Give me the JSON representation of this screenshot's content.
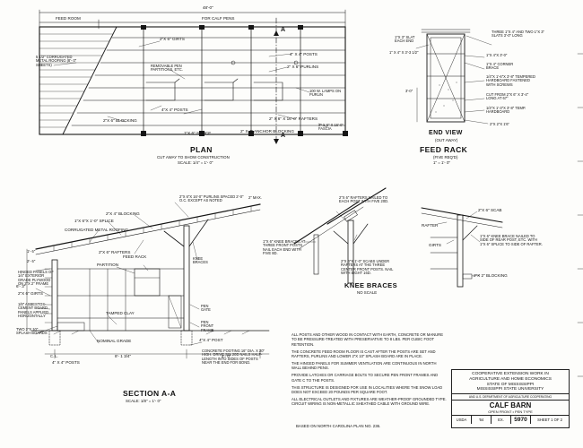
{
  "plan": {
    "title": "PLAN",
    "subtitle": "CUT AWAY TO SHOW CONSTRUCTION",
    "scale": "SCALE: 1/4\" = 1'- 0\"",
    "dims": {
      "overall": "48'-0\"",
      "feed_room": "FEED ROOM",
      "calf_pens": "FOR CALF PENS"
    },
    "labels": {
      "roofing": "5 1/2\" CORRUGATED METAL ROOFING (8'- 0\" SHEETS)",
      "girts": "2\"X 6\" GIRTS",
      "removable": "REMOVABLE PEN PARTITIONS, ETC.",
      "posts": "4\" X 4\" POSTS",
      "purlins": "2\" X 6\" PURLINS",
      "lamps": "100 W. LAMPS ON PURLIN",
      "blocking": "2\"X 6\" BLOCKING",
      "posts2": "4\"X 4\" POSTS",
      "rafters": "2\" X 6\" X 16'-0\" RAFTERS",
      "fascia": "2\" X 6\" X 16'-0\" FASCIA",
      "splice": "1\"X 6\" SPLICE",
      "anchor": "2\" X 4\" ANCHOR BLOCKING",
      "section_mark_top": "A",
      "section_mark_bottom": "A"
    }
  },
  "end_view": {
    "title": "END VIEW",
    "subtitle": "(OUT AWAY)",
    "labels": {
      "slat": "1\"X 3\" SLAT EACH END",
      "slats": "THREE 1\"X 4\" AND TWO 1\"X 3\" SLATS 3'-0\" LONG",
      "board": "1\" X 4\" X 3'-3 1/2\"",
      "cleat": "1\"X 4\"X 3'-0\"",
      "brace": "1\"X 4\" CORNER BRACE",
      "hardboard": "1/4\"X 1'-6\"X 3'-8\" TEMPERED HARDBOARD FASTENED WITH SCREWS",
      "cut": "CUT FROM 2\"X 6\" X 3'-4\" LONG AT 67°",
      "temp": "1/4\"X 1'-3\"X 3'-8\" TEMP. HARDBOARD",
      "pipe": "2\"X 2\"X 1'6\"",
      "dim_height": "3'-0\""
    }
  },
  "feed_rack": {
    "title": "FEED RACK",
    "subtitle": "(FIVE REQ'D)",
    "scale": "1\" = 1'- 0\""
  },
  "section": {
    "title": "SECTION A-A",
    "scale": "SCALE: 1/8\" = 1'- 0\"",
    "labels": {
      "purlins": "2\"X 6\"X 16'-0\" PURLINS SPACED 2'-0\" O.C. EXCEPT AS NOTED",
      "max": "2\" MAX.",
      "blocking": "2\"X 4\" BLOCKING",
      "splice": "1\"X 6\"X 1'-0\" SPLICE",
      "roofing": "CORRUGATED METAL ROOFING",
      "rafters": "2\"X 6\" RAFTERS",
      "partition": "PARTITION",
      "feed_rack": "FEED RACK",
      "knee": "KNEE BRACES",
      "hinged": "HINGED PANELS OF 1/4\" EXTERIOR GRADE PLYWOOD ON 2\"X 2\" FRAME",
      "girts": "2\"X 6\" GIRTS",
      "asbestos": "1/8\" ASBESTOS-CEMENT BOARD PANELS APPLIED HORIZONTALLY",
      "tamped": "TAMPED CLAY",
      "splash": "TWO 2\"X 10\" SPLASH BOARDS",
      "grade": "NOMINAL GRADE",
      "posts": "4\" X 4\" POSTS",
      "pen_gate": "PEN GATE",
      "pen_front": "PEN FRONT FRAME",
      "post4": "4\"X 4\" POST",
      "footing": "CONCRETE FOOTING 16\" DIA. X 20\" HIGH. DRIVE SIX 20D NAILS HALF-LENGTH INTO SIDES OF POSTS NEAR THE END FOR BOND.",
      "dim_left": "6'- 3\"",
      "dim_mid": "8'- 1 3/4\"",
      "dim_right": "4'- 0\"",
      "dim_cl": "C. L.",
      "dim_a": "1'- 6\"",
      "dim_b": "2'- 6\""
    }
  },
  "knee_braces": {
    "title": "KNEE BRACES",
    "subtitle": "NO SCALE",
    "labels": {
      "rafters": "2\"X 6\" RAFTERS NAILED TO EACH POST WITH FIVE 20D.",
      "braces": "1\"X 6\" KNEE BRACES AT THREE FRONT POSTS NAIL EACH END WITH FIVE 8D.",
      "scabs": "2\"X 4\"X 1'-0\" SCABS UNDER RAFTERS AT THE THREE CENTER FRONT POSTS. NAIL WITH EIGHT 16D.",
      "scab": "2\"X 6\" SCAB",
      "rafter": "RAFTER",
      "girts": "GIRTS",
      "brace": "1\"X 6\" KNEE BRACE NAILED TO SIDE OF REAR POST, ETC. WITH 1\"X 6\" SPLICE TO SIDE OF RAFTER.",
      "blocking": "2\"X 2\" BLOCKING"
    }
  },
  "notes": [
    "ALL POSTS AND OTHER WOOD IN CONTACT WITH EARTH, CONCRETE OR MANURE TO BE PRESSURE-TREATED WITH PRESERVATIVE TO 8 LBS. PER CUBIC FOOT RETENTION.",
    "THE CONCRETE FEED ROOM FLOOR IS CAST AFTER THE POSTS ARE SET AND RAFTERS, PURLINS AND LOWER 2\"X 10\" SPLASH BOARD ARE IN PLACE.",
    "THE HINGED PANELS FOR SUMMER VENTILATION ARE CONTINUOUS IN NORTH WALL BEHIND PENS.",
    "PROVIDE LATCHES OR CARRIAGE BOLTS TO SECURE PEN FRONT FRAMES AND GATE C TO THE POSTS.",
    "THIS STRUCTURE IS DESIGNED FOR USE IN LOCALITIES WHERE THE SNOW LOAD DOES NOT EXCEED 20 POUNDS PER SQUARE FOOT.",
    "ALL ELECTRICAL OUTLETS AND FIXTURES ARE WEATHER-PROOF GROUNDED TYPE. CIRCUIT WIRING IS NON-METALLIC SHEATHED CABLE WITH GROUND WIRE."
  ],
  "footer_note": "BASED ON NORTH CAROLINA PLAN NO. 236.",
  "title_block": {
    "org": [
      "COOPERATIVE EXTENSION WORK IN",
      "AGRICULTURE AND HOME ECONOMICS",
      "STATE OF MISSISSIPPI",
      "MISSISSIPPI STATE UNIVERSITY"
    ],
    "fine": "AND U.S. DEPARTMENT OF AGRICULTURE COOPERATING",
    "title": "CALF BARN",
    "subtitle": "OPEN FRONT • PEN TYPE",
    "usda": "USDA",
    "year": "'64",
    "ex": "EX.",
    "code": "5970",
    "sheet": "SHEET 1 OF 2"
  }
}
